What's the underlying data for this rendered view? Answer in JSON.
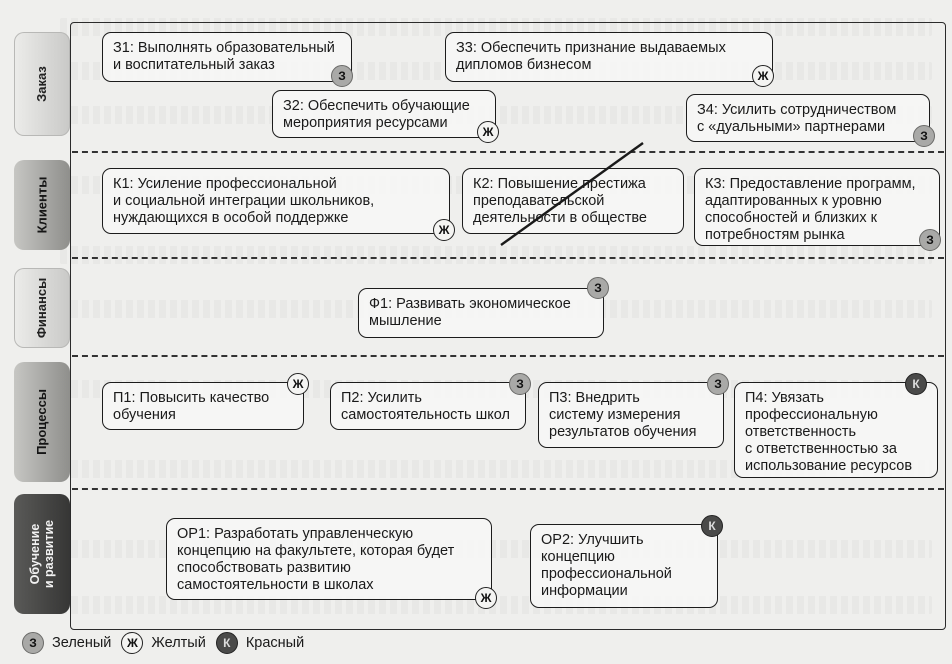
{
  "perspectives": [
    {
      "label": "Заказ"
    },
    {
      "label": "Клиенты"
    },
    {
      "label": "Финансы"
    },
    {
      "label": "Процессы"
    },
    {
      "label": "Обучение\nи развитие"
    }
  ],
  "objectives": {
    "z1": {
      "text": "З1: Выполнять образовательный\nи воспитательный заказ",
      "badge": "З",
      "color": "green"
    },
    "z2": {
      "text": "З2: Обеспечить обучающие\nмероприятия ресурсами",
      "badge": "Ж",
      "color": "yellow"
    },
    "z3": {
      "text": "З3: Обеспечить признание выдаваемых\nдипломов бизнесом",
      "badge": "Ж",
      "color": "yellow"
    },
    "z4": {
      "text": "З4: Усилить сотрудничеством\nс «дуальными» партнерами",
      "badge": "З",
      "color": "green"
    },
    "k1": {
      "text": "К1: Усиление профессиональной\nи социальной интеграции школьников,\nнуждающихся в особой поддержке",
      "badge": "Ж",
      "color": "yellow"
    },
    "k2": {
      "text": "К2: Повышение престижа\nпреподавательской\nдеятельности в обществе",
      "badge": "",
      "color": "none"
    },
    "k3": {
      "text": "К3: Предоставление программ,\nадаптированных к уровню\nспособностей и близких к\nпотребностям рынка",
      "badge": "З",
      "color": "green"
    },
    "f1": {
      "text": "Ф1: Развивать экономическое\nмышление",
      "badge": "З",
      "color": "green"
    },
    "p1": {
      "text": "П1: Повысить качество\nобучения",
      "badge": "Ж",
      "color": "yellow"
    },
    "p2": {
      "text": "П2: Усилить\nсамостоятельность школ",
      "badge": "З",
      "color": "green"
    },
    "p3": {
      "text": "П3: Внедрить\nсистему измерения\nрезультатов обучения",
      "badge": "З",
      "color": "green"
    },
    "p4": {
      "text": "П4: Увязать\nпрофессиональную\nответственность\nс ответственностью за\nиспользование ресурсов",
      "badge": "К",
      "color": "red"
    },
    "or1": {
      "text": "ОР1: Разработать управленческую\nконцепцию на факультете, которая будет\nспособствовать развитию\nсамостоятельности в школах",
      "badge": "Ж",
      "color": "yellow"
    },
    "or2": {
      "text": "ОР2: Улучшить\nконцепцию\nпрофессиональной\nинформации",
      "badge": "К",
      "color": "red"
    }
  },
  "legend": [
    {
      "badge": "З",
      "label": "Зеленый",
      "color": "green"
    },
    {
      "badge": "Ж",
      "label": "Желтый",
      "color": "yellow"
    },
    {
      "badge": "К",
      "label": "Красный",
      "color": "red"
    }
  ],
  "colors": {
    "green": "#a9a9a7",
    "yellow": "#f4f4f2",
    "red": "#4a4a49"
  }
}
